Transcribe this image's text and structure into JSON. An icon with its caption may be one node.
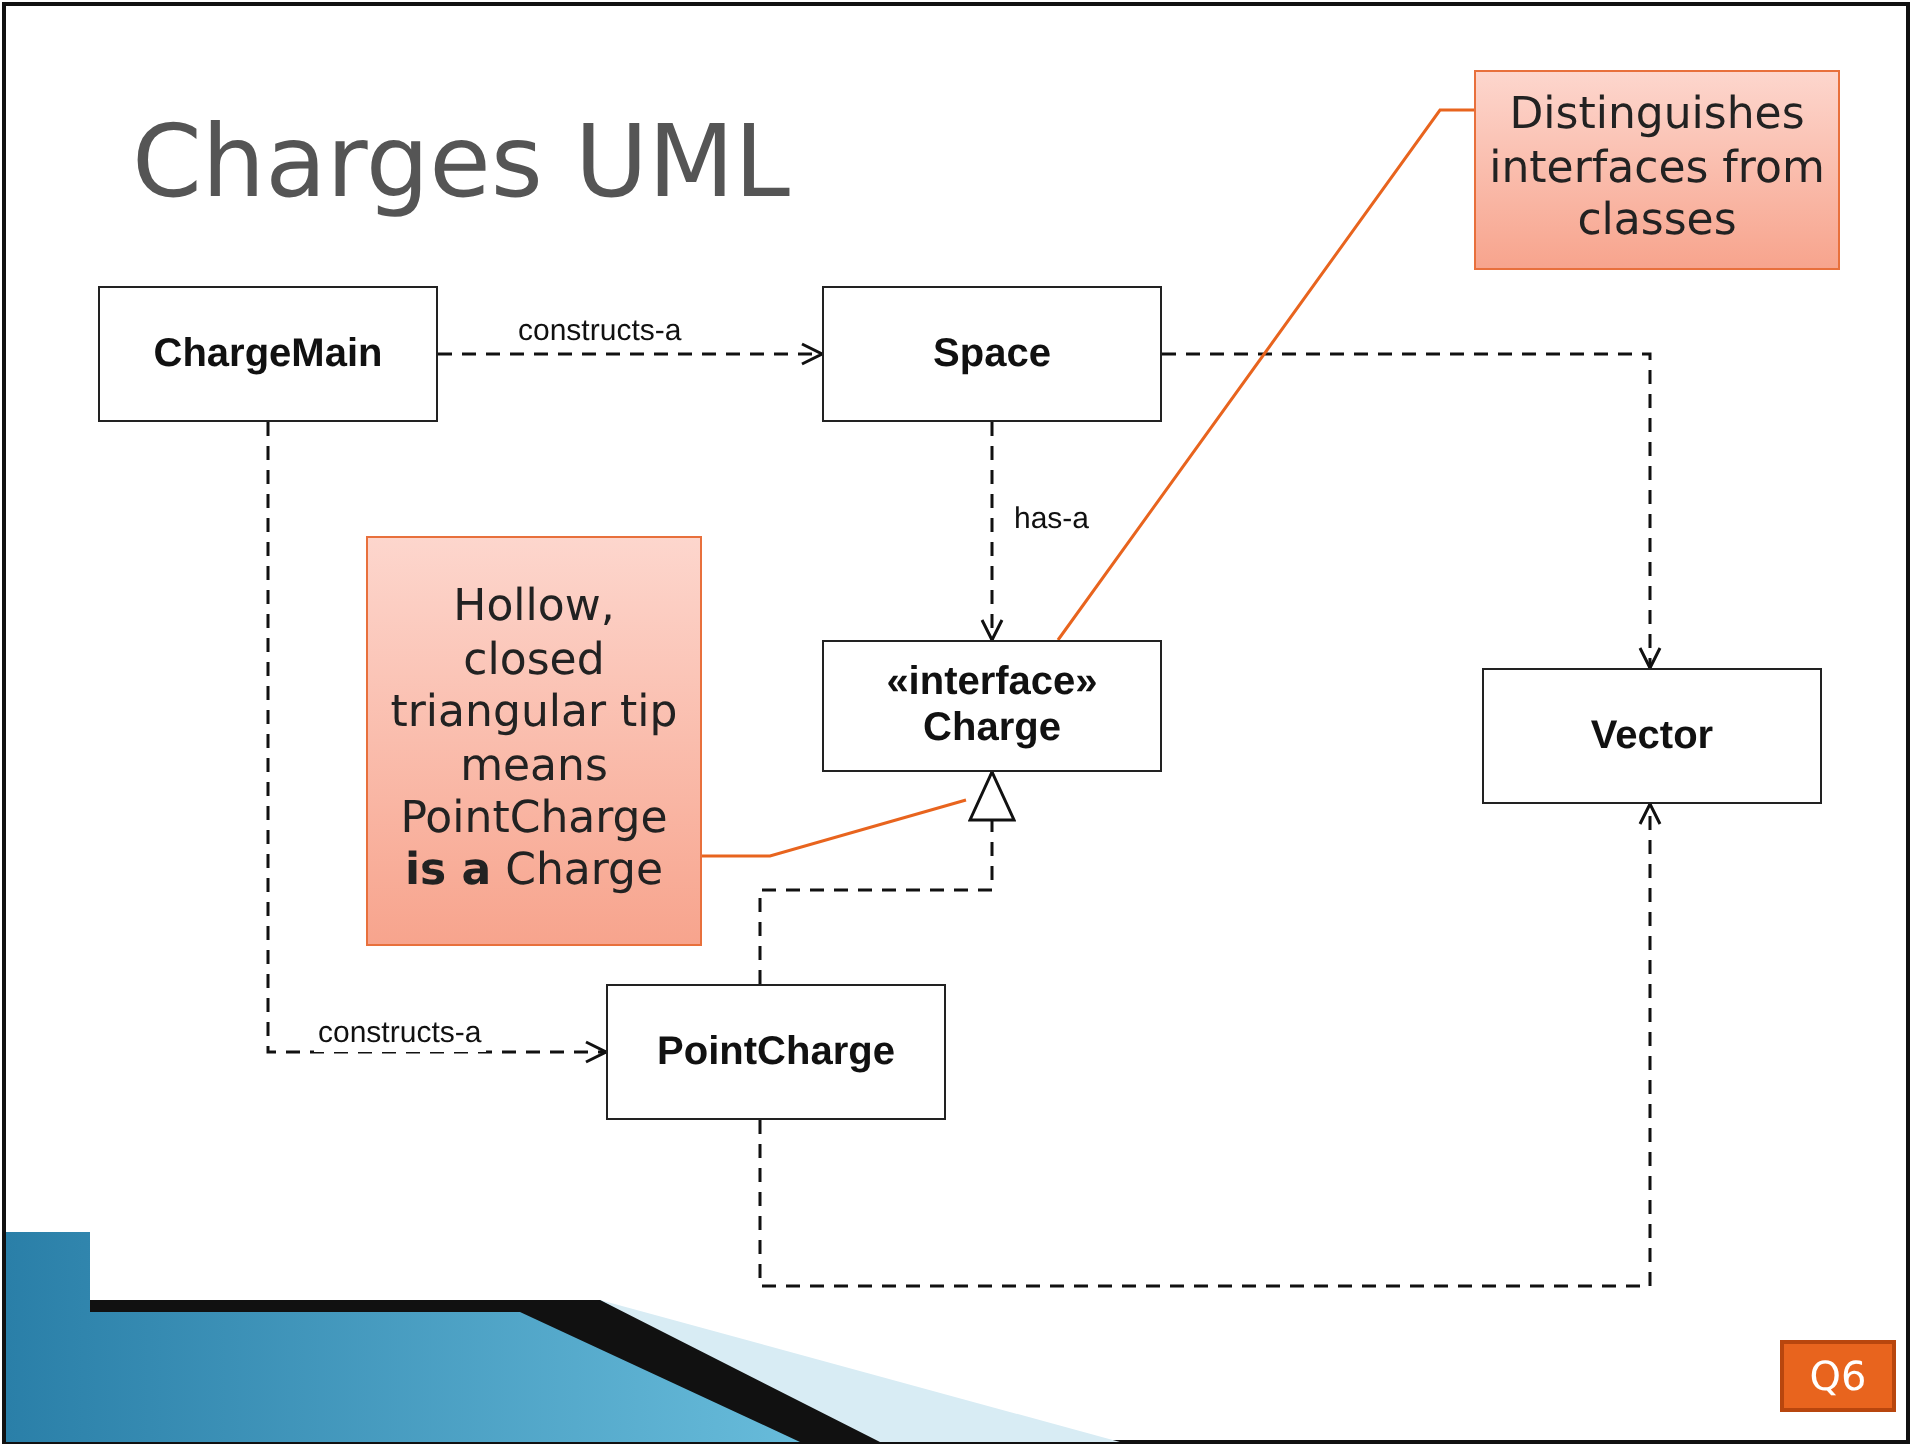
{
  "diagram": {
    "title": "Charges UML",
    "nodes": [
      {
        "text": [
          "ChargeMain"
        ]
      },
      {
        "text": [
          "Space"
        ]
      },
      {
        "text": [
          "«interface»",
          "Charge"
        ]
      },
      {
        "text": [
          "Vector"
        ]
      },
      {
        "text": [
          "PointCharge"
        ]
      },
      {
        "text": [
          "Distinguishes interfaces from classes"
        ]
      },
      {
        "text": [
          "Hollow, closed triangular tip means PointCharge **is a** Charge"
        ]
      },
      {
        "text": [
          "Q6"
        ]
      }
    ],
    "edges": [
      {
        "from": 0,
        "to": 1,
        "arrow": "to",
        "label": "constructs-a",
        "style": "dashed"
      },
      {
        "from": 1,
        "to": 3,
        "arrow": "to",
        "style": "dashed"
      },
      {
        "from": 1,
        "to": 2,
        "arrow": "to",
        "label": "has-a",
        "style": "dashed"
      },
      {
        "from": 0,
        "to": 4,
        "arrow": "to",
        "label": "constructs-a",
        "style": "dashed"
      },
      {
        "from": 4,
        "to": 2,
        "arrow": "to",
        "style": "dashed"
      },
      {
        "from": 4,
        "to": 3,
        "arrow": "to",
        "style": "dashed"
      },
      {
        "from": 5,
        "to": 2,
        "arrow": "none",
        "color": "#e8641e"
      },
      {
        "from": 6,
        "to": null,
        "arrow": "none",
        "color": "#e8641e"
      }
    ]
  }
}
